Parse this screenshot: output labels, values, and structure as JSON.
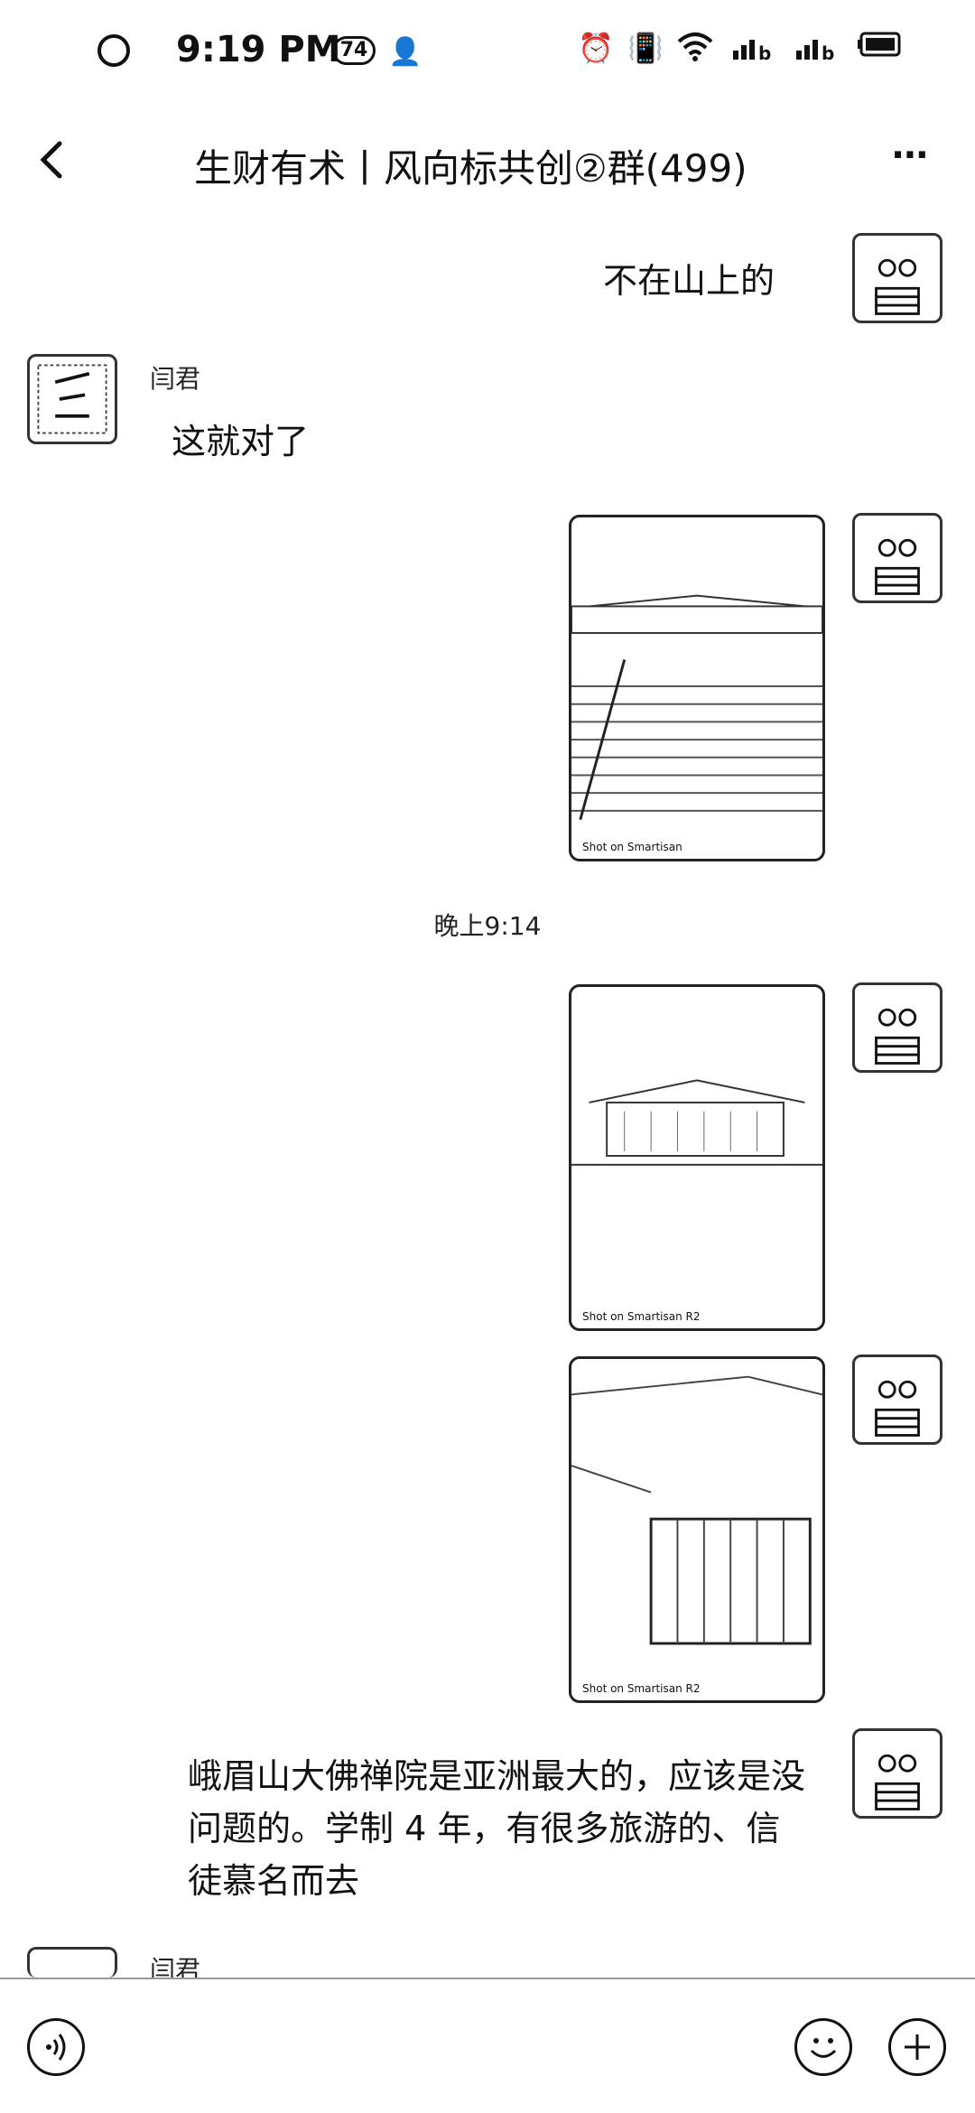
{
  "status_bar": {
    "time": "9:19 PM",
    "notification_badge": "74",
    "icons": [
      "circle-icon",
      "person-icon",
      "alarm-icon",
      "vibrate-icon",
      "wifi-icon",
      "signal-icon",
      "signal-icon-2",
      "battery-icon"
    ]
  },
  "header": {
    "title": "生财有术丨风向标共创②群(499)",
    "back_icon": "chevron-left-icon",
    "more_icon": "more-icon"
  },
  "messages": [
    {
      "type": "text",
      "from": "self",
      "text": "不在山上的"
    },
    {
      "type": "text",
      "from": "other",
      "sender": "闫君",
      "text": "这就对了"
    },
    {
      "type": "image",
      "from": "self",
      "caption": "Shot on Smartisan"
    },
    {
      "type": "timestamp",
      "text": "晚上9:14"
    },
    {
      "type": "image",
      "from": "self",
      "caption": "Shot on Smartisan R2"
    },
    {
      "type": "image",
      "from": "self",
      "caption": "Shot on Smartisan R2"
    },
    {
      "type": "text",
      "from": "self",
      "text": "峨眉山大佛禅院是亚洲最大的，应该是没问题的。学制 4 年，有很多旅游的、信徒慕名而去"
    },
    {
      "type": "text",
      "from": "other",
      "sender": "闫君",
      "text": ""
    }
  ],
  "bottom_bar": {
    "voice_icon": "voice-icon",
    "emoji_icon": "emoji-icon",
    "add_icon": "plus-icon"
  }
}
